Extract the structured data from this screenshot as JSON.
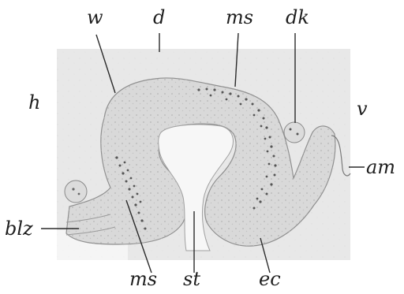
{
  "figure": {
    "labels": {
      "w": "w",
      "d": "d",
      "ms_top": "ms",
      "dk": "dk",
      "h": "h",
      "v": "v",
      "am": "am",
      "blz": "blz",
      "ms_bottom": "ms",
      "st": "st",
      "ec": "ec"
    }
  }
}
